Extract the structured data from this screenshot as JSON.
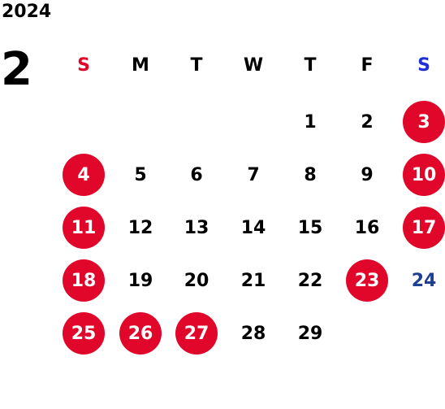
{
  "year": "2024",
  "month": "2",
  "colors": {
    "holiday_circle": "#e0072a",
    "sunday_header": "#e0072a",
    "saturday_header": "#1e2fd8",
    "blue_text": "#1e3f93",
    "regular_text": "#000000",
    "circle_text": "#ffffff"
  },
  "weekdays": [
    {
      "label": "S",
      "color": "#e0072a"
    },
    {
      "label": "M",
      "color": "#000000"
    },
    {
      "label": "T",
      "color": "#000000"
    },
    {
      "label": "W",
      "color": "#000000"
    },
    {
      "label": "T",
      "color": "#000000"
    },
    {
      "label": "F",
      "color": "#000000"
    },
    {
      "label": "S",
      "color": "#1e2fd8"
    }
  ],
  "weeks": [
    [
      null,
      null,
      null,
      null,
      {
        "day": "1"
      },
      {
        "day": "2"
      },
      {
        "day": "3",
        "circled": true
      }
    ],
    [
      {
        "day": "4",
        "circled": true
      },
      {
        "day": "5"
      },
      {
        "day": "6"
      },
      {
        "day": "7"
      },
      {
        "day": "8"
      },
      {
        "day": "9"
      },
      {
        "day": "10",
        "circled": true
      }
    ],
    [
      {
        "day": "11",
        "circled": true
      },
      {
        "day": "12"
      },
      {
        "day": "13"
      },
      {
        "day": "14"
      },
      {
        "day": "15"
      },
      {
        "day": "16"
      },
      {
        "day": "17",
        "circled": true
      }
    ],
    [
      {
        "day": "18",
        "circled": true
      },
      {
        "day": "19"
      },
      {
        "day": "20"
      },
      {
        "day": "21"
      },
      {
        "day": "22"
      },
      {
        "day": "23",
        "circled": true
      },
      {
        "day": "24",
        "color": "#1e3f93"
      }
    ],
    [
      {
        "day": "25",
        "circled": true
      },
      {
        "day": "26",
        "circled": true
      },
      {
        "day": "27",
        "circled": true
      },
      {
        "day": "28"
      },
      {
        "day": "29"
      },
      null,
      null
    ]
  ]
}
